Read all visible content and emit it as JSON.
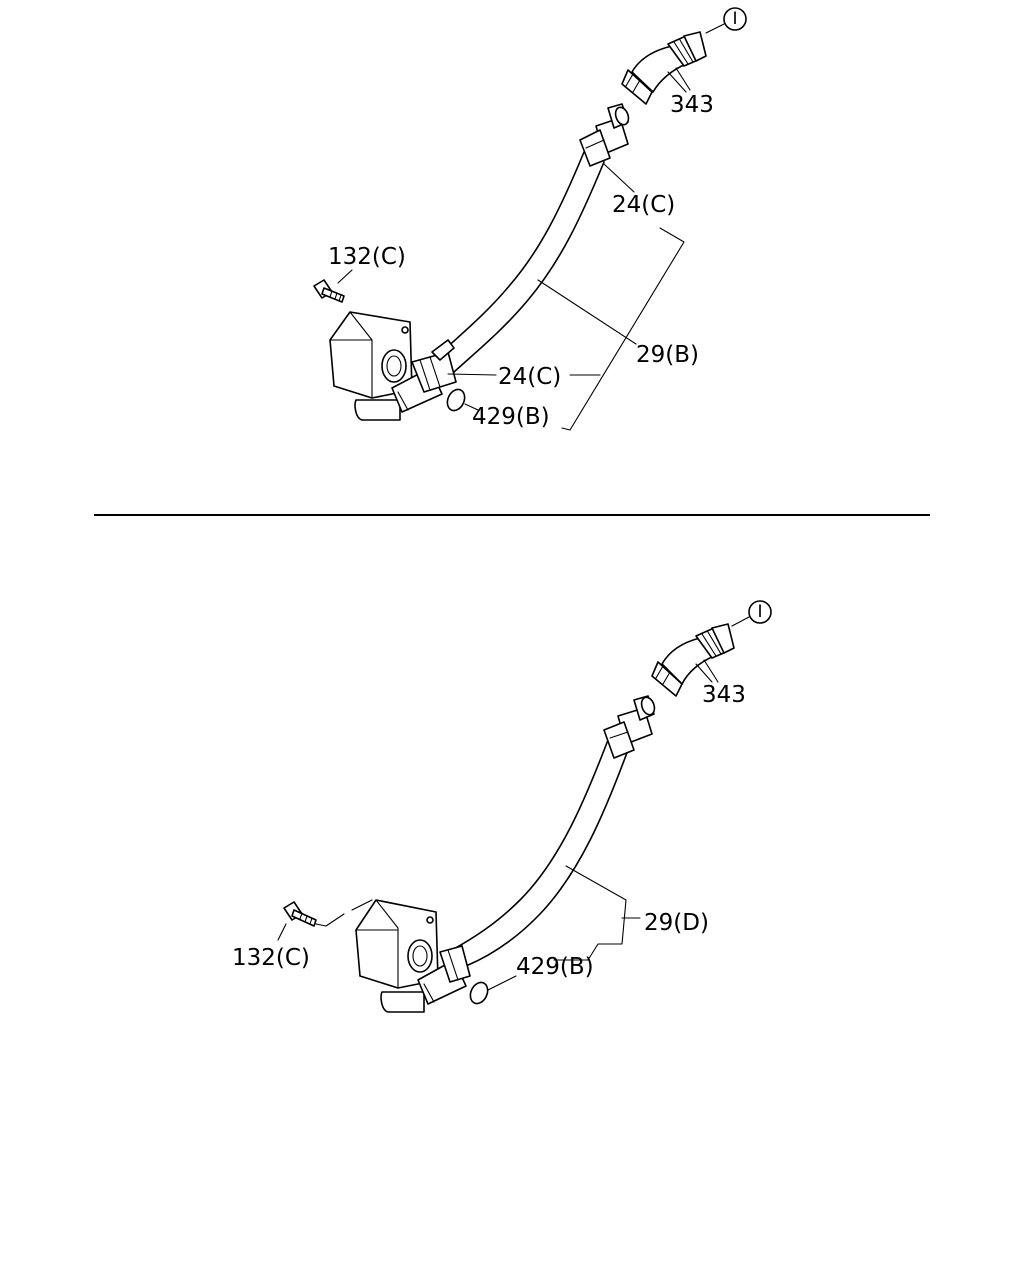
{
  "diagram": {
    "top": {
      "labels": {
        "ref_marker": "I",
        "elbow": "343",
        "clip_upper": "24(C)",
        "bolt": "132(C)",
        "hose": "29(B)",
        "clip_lower": "24(C)",
        "oring": "429(B)"
      }
    },
    "bottom": {
      "labels": {
        "ref_marker": "I",
        "elbow": "343",
        "hose": "29(D)",
        "bolt": "132(C)",
        "oring": "429(B)"
      }
    }
  }
}
